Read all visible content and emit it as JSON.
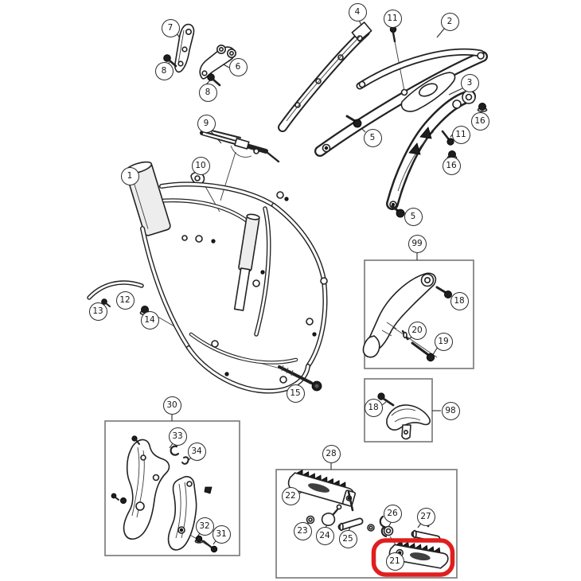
{
  "diagram": {
    "type": "exploded-parts-diagram",
    "colors": {
      "background": "#ffffff",
      "line": "#222222",
      "box_border": "#7e7e7e",
      "highlight": "#e01e1e"
    },
    "callouts": {
      "c1": "1",
      "c2": "2",
      "c3": "3",
      "c4": "4",
      "c5a": "5",
      "c5b": "5",
      "c6": "6",
      "c7": "7",
      "c8a": "8",
      "c8b": "8",
      "c9": "9",
      "c10": "10",
      "c11a": "11",
      "c11b": "11",
      "c12": "12",
      "c13": "13",
      "c14": "14",
      "c15": "15",
      "c16a": "16",
      "c16b": "16",
      "c18a": "18",
      "c18b": "18",
      "c19": "19",
      "c20": "20",
      "c21": "21",
      "c22": "22",
      "c23": "23",
      "c24": "24",
      "c25": "25",
      "c26": "26",
      "c27": "27",
      "c28": "28",
      "c30": "30",
      "c31": "31",
      "c32": "32",
      "c33": "33",
      "c34": "34",
      "c98": "98",
      "c99": "99"
    }
  }
}
